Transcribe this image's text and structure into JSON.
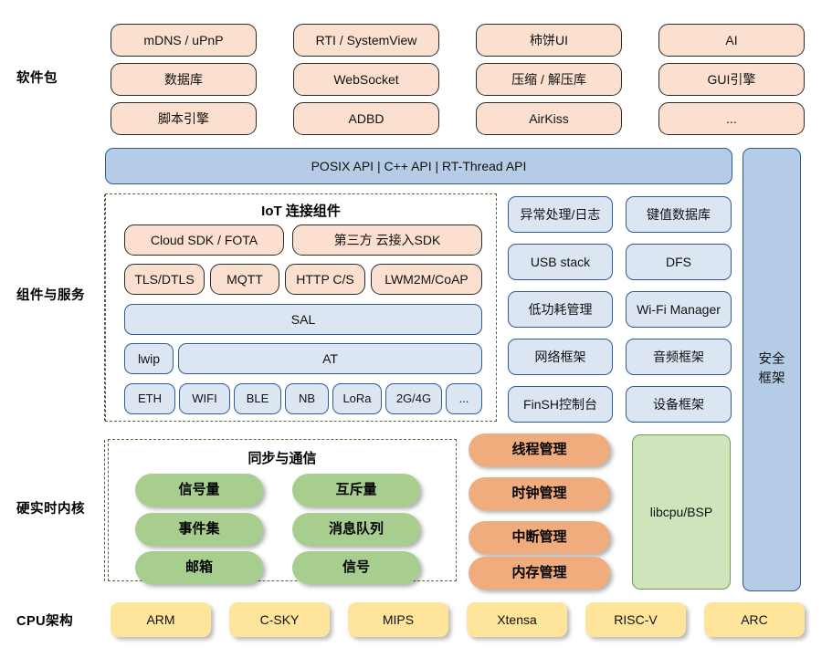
{
  "diagram": {
    "title_rows": [
      {
        "key": "software_packages",
        "label": "软件包"
      },
      {
        "key": "components_services",
        "label": "组件与服务"
      },
      {
        "key": "hard_realtime_kernel",
        "label": "硬实时内核"
      },
      {
        "key": "cpu_architecture",
        "label": "CPU架构"
      }
    ],
    "colors": {
      "peach_fill": "#fbe0cf",
      "peach_border": "#2b2b2b",
      "light_blue_fill": "#dce6f3",
      "blue_border": "#2f5b96",
      "strong_blue_fill": "#b4cce6",
      "green_fill": "#a8ce8f",
      "orange_fill": "#f0ac7d",
      "green_panel_fill": "#cfe3bd",
      "yellow_fill": "#ffe49b",
      "dash_border": "#4f6b36"
    }
  },
  "software_packages": {
    "columns": [
      {
        "items": [
          "mDNS / uPnP",
          "数据库",
          "脚本引擎"
        ]
      },
      {
        "items": [
          "RTI / SystemView",
          "WebSocket",
          "ADBD"
        ]
      },
      {
        "items": [
          "柿饼UI",
          "压缩 / 解压库",
          "AirKiss"
        ]
      },
      {
        "items": [
          "AI",
          "GUI引擎",
          "..."
        ]
      }
    ]
  },
  "api_bar": {
    "label": "POSIX API  |  C++ API  |  RT-Thread API"
  },
  "iot_panel": {
    "title": "IoT 连接组件",
    "row_sdk": [
      "Cloud SDK / FOTA",
      "第三方 云接入SDK"
    ],
    "row_protocols": [
      "TLS/DTLS",
      "MQTT",
      "HTTP C/S",
      "LWM2M/CoAP"
    ],
    "sal": "SAL",
    "lwip": "lwip",
    "at": "AT",
    "links": [
      "ETH",
      "WIFI",
      "BLE",
      "NB",
      "LoRa",
      "2G/4G",
      "..."
    ]
  },
  "services_grid": {
    "left_column": [
      "异常处理/日志",
      "USB stack",
      "低功耗管理",
      "网络框架",
      "FinSH控制台"
    ],
    "right_column": [
      "键值数据库",
      "DFS",
      "Wi-Fi Manager",
      "音频框架",
      "设备框架"
    ]
  },
  "security_column": {
    "label": "安全\n框架",
    "line1": "安全",
    "line2": "框架"
  },
  "kernel": {
    "sync_panel": {
      "title": "同步与通信",
      "left_column": [
        "信号量",
        "事件集",
        "邮箱"
      ],
      "right_column": [
        "互斥量",
        "消息队列",
        "信号"
      ]
    },
    "managers": [
      "线程管理",
      "时钟管理",
      "中断管理",
      "内存管理"
    ],
    "libcpu": "libcpu/BSP"
  },
  "cpu_architecture": {
    "items": [
      "ARM",
      "C-SKY",
      "MIPS",
      "Xtensa",
      "RISC-V",
      "ARC"
    ]
  }
}
